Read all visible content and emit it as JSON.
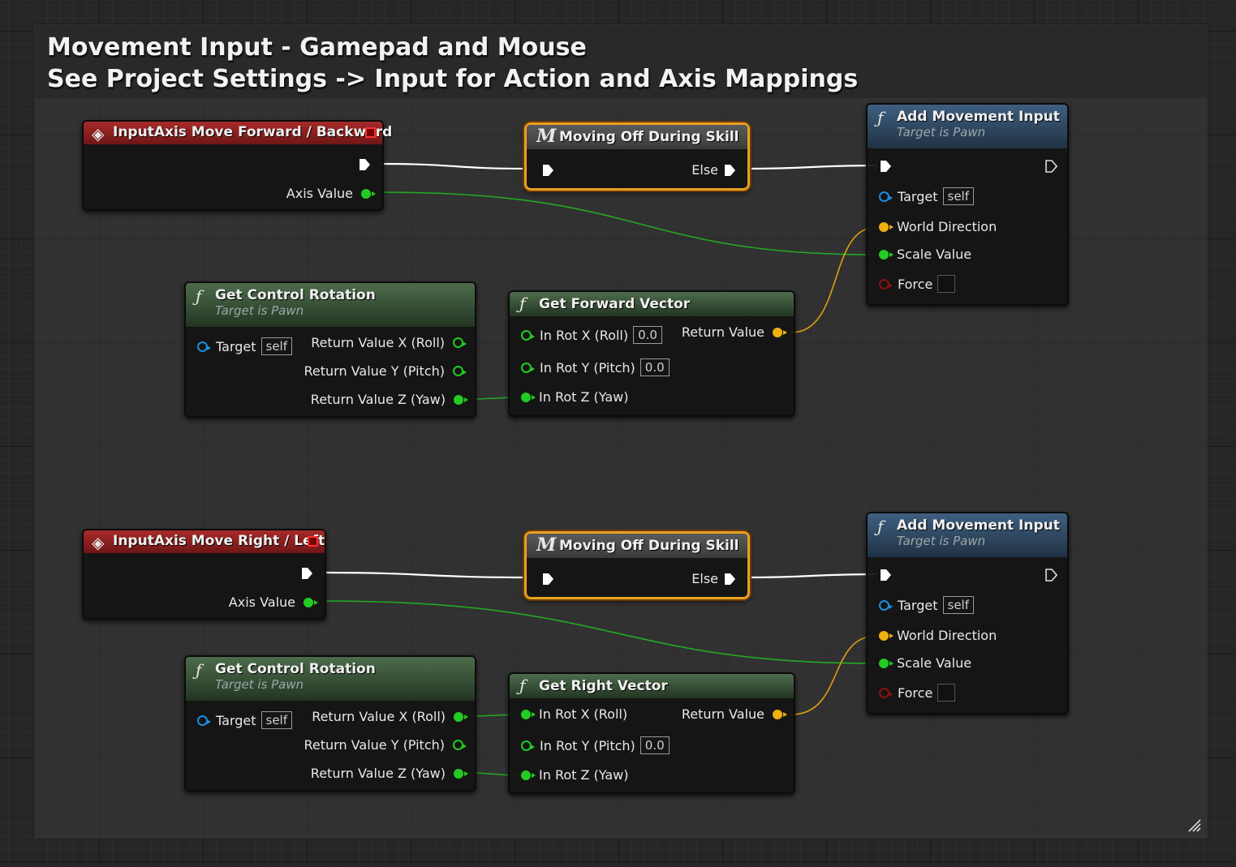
{
  "comment": {
    "title_line1": "Movement Input - Gamepad and Mouse",
    "title_line2": "See Project Settings -> Input for Action and Axis Mappings"
  },
  "colors": {
    "exec": "#ffffff",
    "float": "#22cc22",
    "vector": "#f0b010",
    "object": "#1a8ee0",
    "bool": "#8a1010",
    "event": "#a82a2a",
    "macro_border": "#e8a020"
  },
  "forward": {
    "event": {
      "title": "InputAxis Move Forward / Backward",
      "axis_label": "Axis Value"
    },
    "macro": {
      "title": "Moving Off During Skill",
      "else_label": "Else"
    },
    "add_movement": {
      "title": "Add Movement Input",
      "subtitle": "Target is Pawn",
      "target_label": "Target",
      "target_default": "self",
      "direction_label": "World Direction",
      "scale_label": "Scale Value",
      "force_label": "Force"
    },
    "control_rotation": {
      "title": "Get Control Rotation",
      "subtitle": "Target is Pawn",
      "target_label": "Target",
      "target_default": "self",
      "x_label": "Return Value X (Roll)",
      "y_label": "Return Value Y (Pitch)",
      "z_label": "Return Value Z (Yaw)"
    },
    "vector": {
      "title": "Get Forward Vector",
      "rot_x_label": "In Rot X (Roll)",
      "rot_x_default": "0.0",
      "rot_y_label": "In Rot Y (Pitch)",
      "rot_y_default": "0.0",
      "rot_z_label": "In Rot Z (Yaw)",
      "return_label": "Return Value"
    }
  },
  "right": {
    "event": {
      "title": "InputAxis Move Right / Left",
      "axis_label": "Axis Value"
    },
    "macro": {
      "title": "Moving Off During Skill",
      "else_label": "Else"
    },
    "add_movement": {
      "title": "Add Movement Input",
      "subtitle": "Target is Pawn",
      "target_label": "Target",
      "target_default": "self",
      "direction_label": "World Direction",
      "scale_label": "Scale Value",
      "force_label": "Force"
    },
    "control_rotation": {
      "title": "Get Control Rotation",
      "subtitle": "Target is Pawn",
      "target_label": "Target",
      "target_default": "self",
      "x_label": "Return Value X (Roll)",
      "y_label": "Return Value Y (Pitch)",
      "z_label": "Return Value Z (Yaw)"
    },
    "vector": {
      "title": "Get Right Vector",
      "rot_x_label": "In Rot X (Roll)",
      "rot_y_label": "In Rot Y (Pitch)",
      "rot_y_default": "0.0",
      "rot_z_label": "In Rot Z (Yaw)",
      "return_label": "Return Value"
    }
  }
}
